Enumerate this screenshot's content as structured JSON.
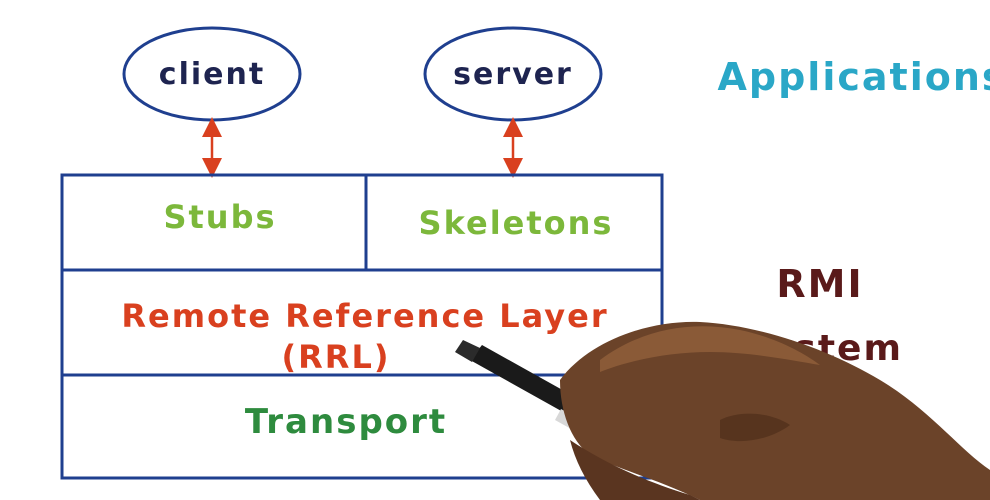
{
  "nodes": {
    "client": "client",
    "server": "server",
    "stubs": "Stubs",
    "skeletons": "Skeletons",
    "rrl_line1": "Remote Reference Layer",
    "rrl_line2": "(RRL)",
    "transport": "Transport"
  },
  "side_labels": {
    "applications": "Applications",
    "rmi_line1": "RMI",
    "rmi_line2": "System"
  },
  "colors": {
    "box_stroke": "#1f3f8f",
    "ellipse_stroke": "#1f3f8f",
    "arrow": "#d9401f",
    "client_text": "#1e2450",
    "stubs_text": "#7cb83b",
    "rrl_text": "#d9401f",
    "transport_text": "#2e8b3e",
    "applications_text": "#2aa7c7",
    "rmi_text": "#5a1a1a"
  }
}
